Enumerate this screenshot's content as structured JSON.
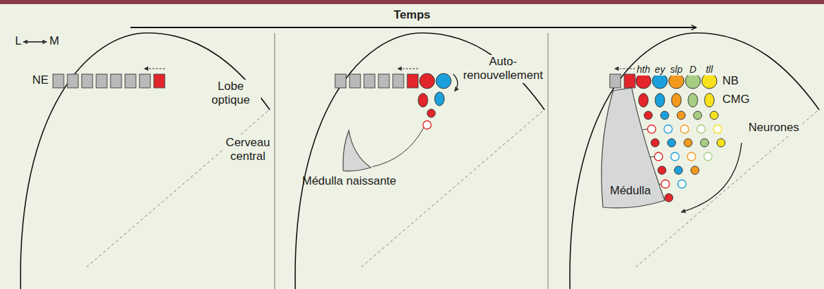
{
  "diagram": {
    "nodes": [
      {
        "text": [
          "Médulla naissante"
        ]
      },
      {
        "text": [
          "Médulla"
        ]
      }
    ],
    "labels": [
      "Temps",
      "L",
      "M",
      "NE",
      "Lobe optique",
      "Cerveau central",
      "Auto-renouvellement",
      "hth",
      "ey",
      "slp",
      "D",
      "tll",
      "NB",
      "CMG",
      "Neurones"
    ]
  }
}
